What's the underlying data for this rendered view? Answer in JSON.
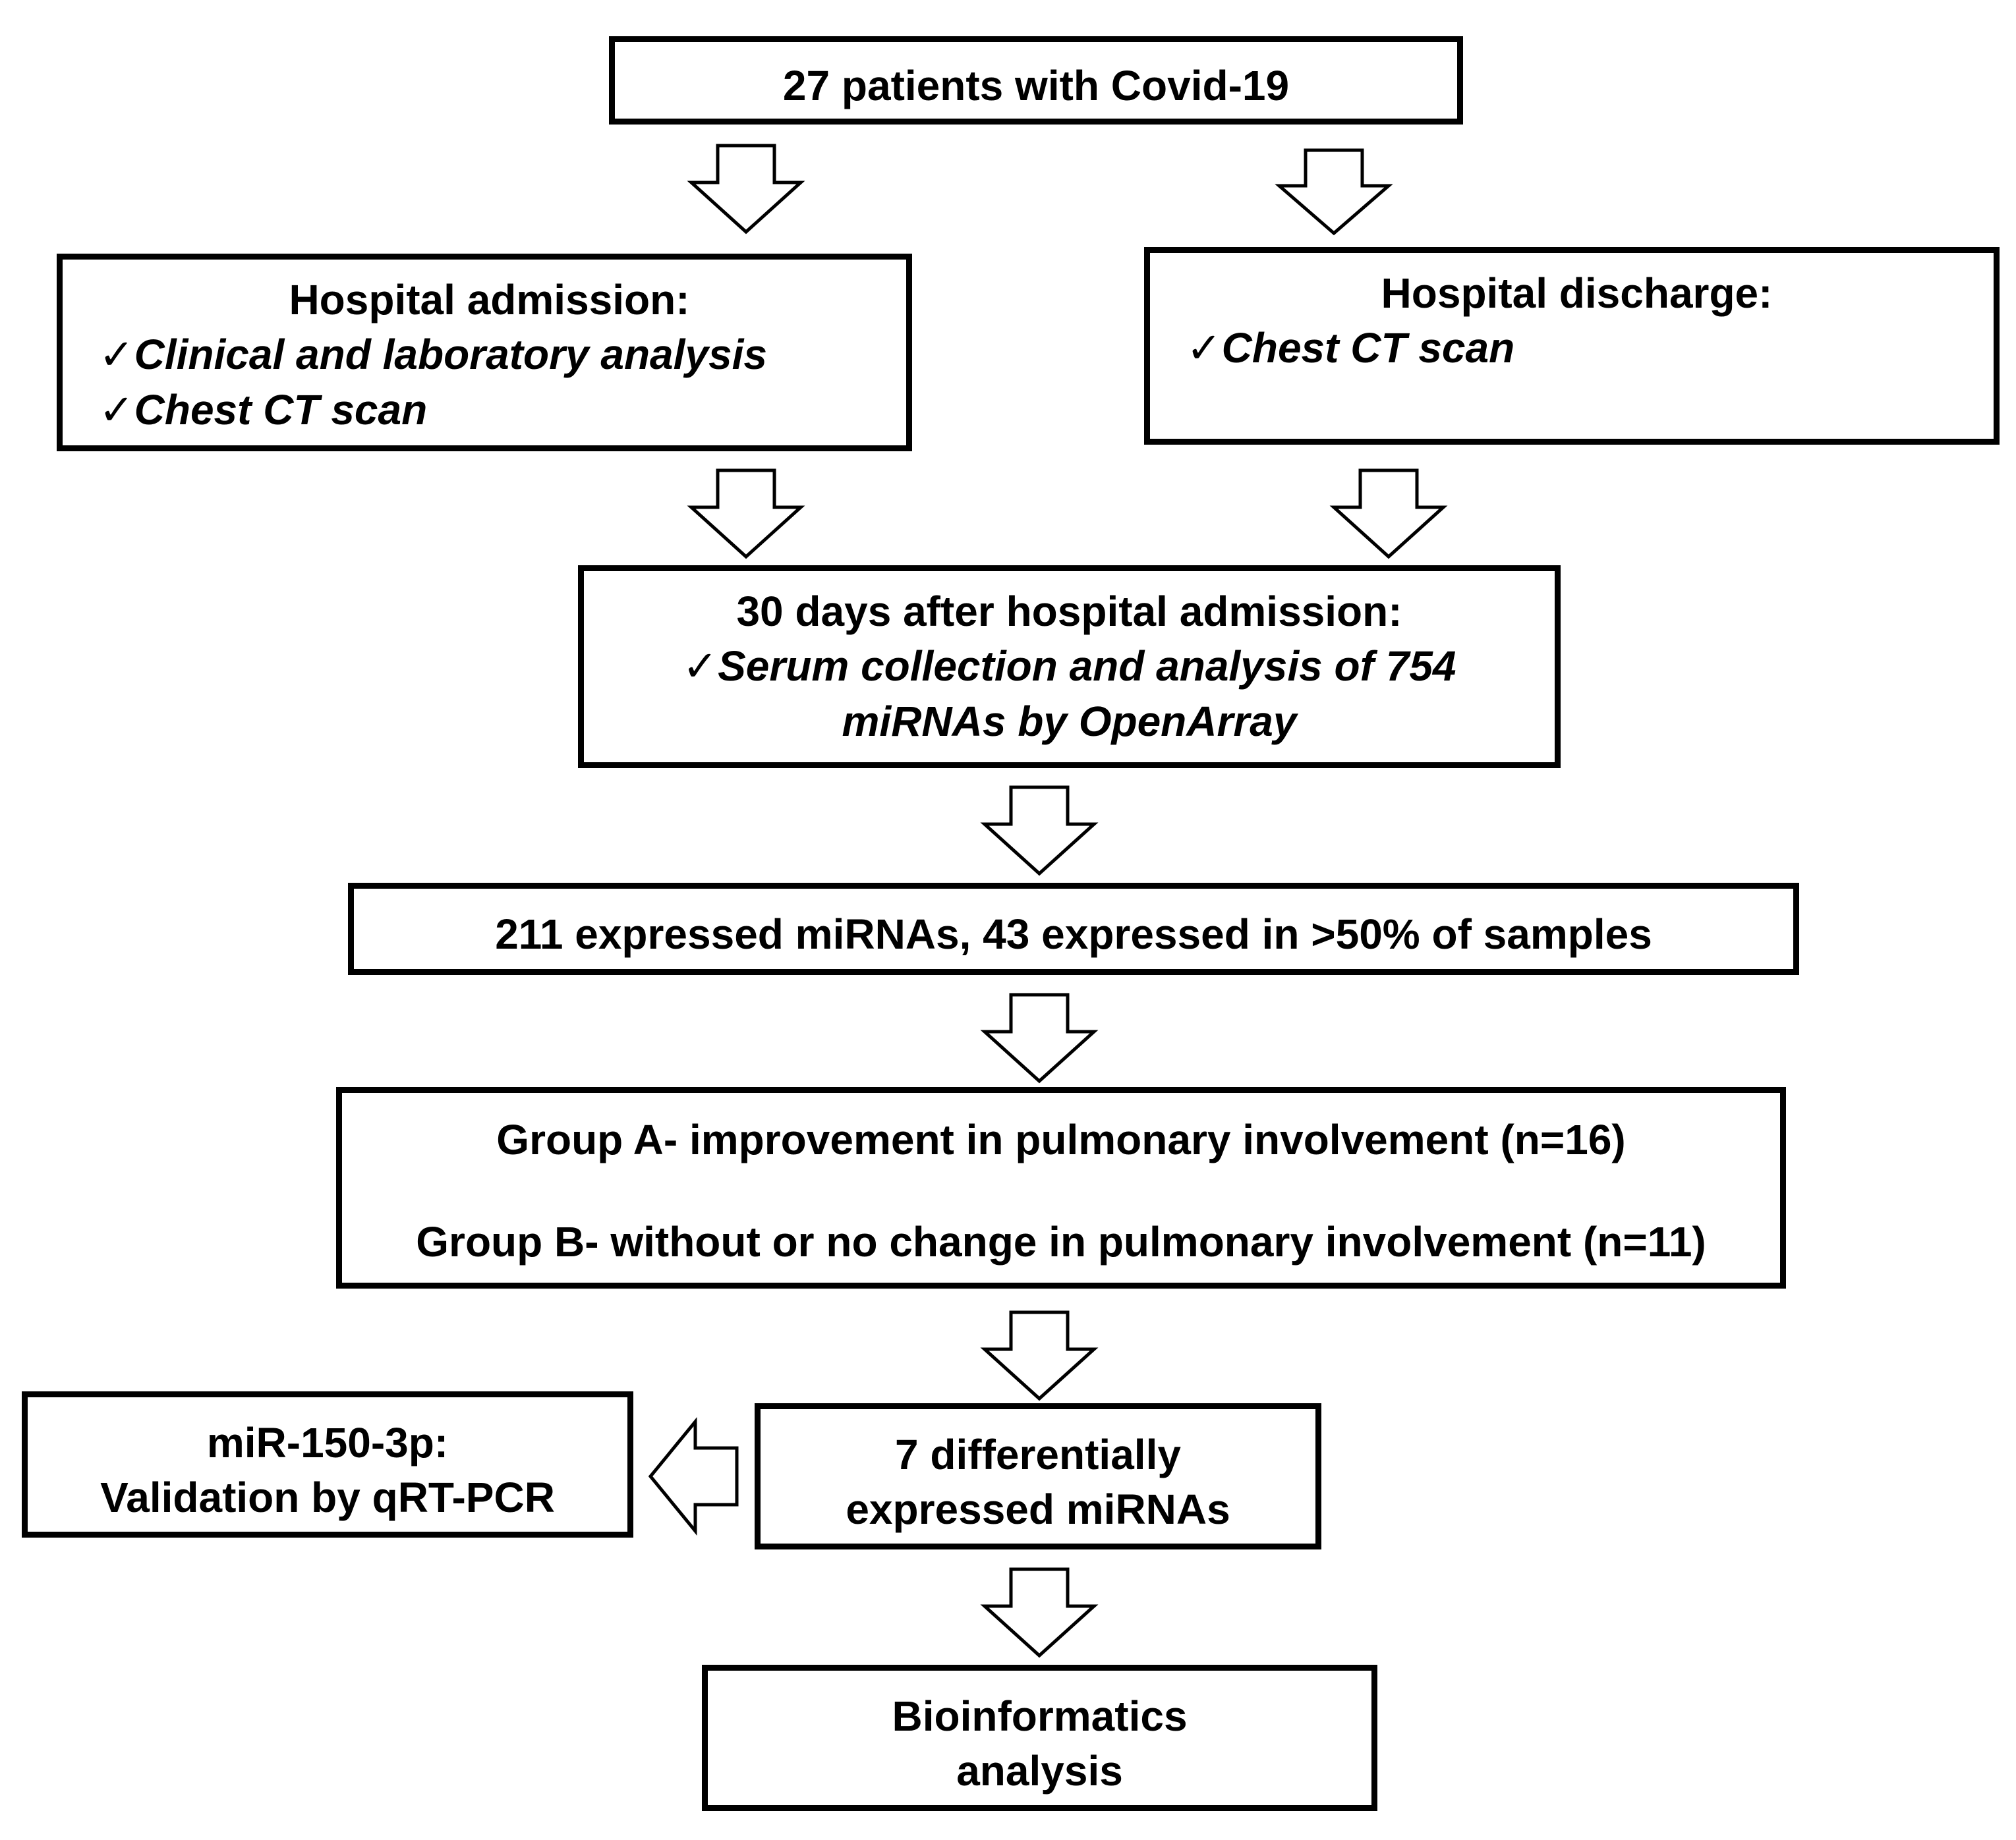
{
  "diagram": {
    "start": {
      "text": "27 patients with Covid-19"
    },
    "admission": {
      "title": "Hospital admission:",
      "items": [
        "Clinical and laboratory analysis",
        "Chest CT scan"
      ]
    },
    "discharge": {
      "title": "Hospital discharge:",
      "items": [
        "Chest CT scan"
      ]
    },
    "day30": {
      "title": "30 days after hospital admission:",
      "items": [
        "Serum collection and analysis of 754",
        "miRNAs by OpenArray"
      ]
    },
    "expressed": {
      "text": "211 expressed miRNAs, 43 expressed in >50% of samples"
    },
    "groups": {
      "group_a": "Group A- improvement in pulmonary involvement (n=16)",
      "group_b": "Group B- without or no change in pulmonary involvement (n=11)"
    },
    "differential": {
      "lines": [
        "7 differentially",
        "expressed miRNAs"
      ]
    },
    "validation": {
      "lines": [
        "miR-150-3p:",
        "Validation by qRT-PCR"
      ]
    },
    "bioinformatics": {
      "lines": [
        "Bioinformatics",
        "analysis"
      ]
    },
    "check_symbol": "✓"
  }
}
